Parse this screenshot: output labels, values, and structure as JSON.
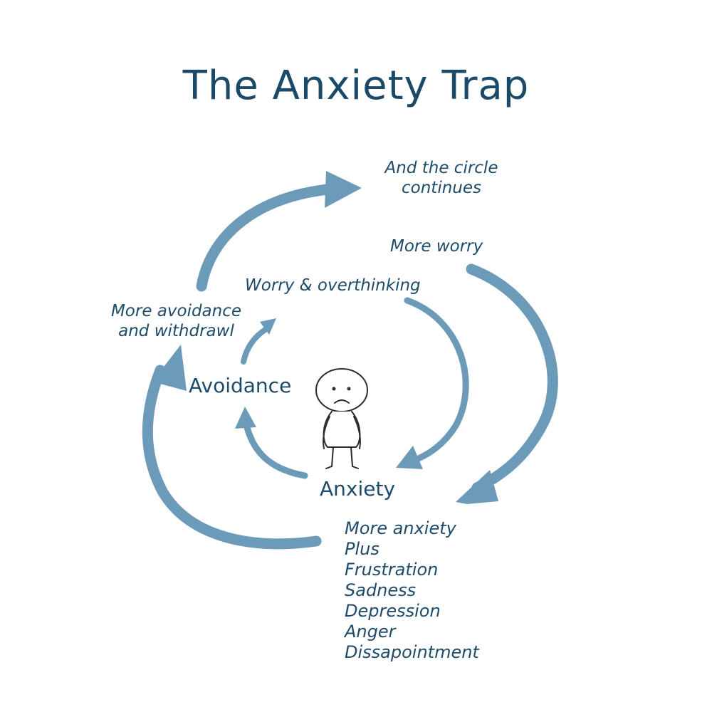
{
  "title": "The Anxiety Trap",
  "colors": {
    "arrow": "#6b9bb8",
    "text": "#1d4b69"
  },
  "nodes": {
    "circle_continues": [
      "And the circle",
      "continues"
    ],
    "more_worry": "More worry",
    "worry": "Worry & overthinking",
    "more_avoidance": [
      "More avoidance",
      "and withdrawl"
    ],
    "avoidance": "Avoidance",
    "anxiety": "Anxiety",
    "more_anxiety_list": [
      "More anxiety",
      "Plus",
      "Frustration",
      "Sadness",
      "Depression",
      "Anger",
      "Dissapointment"
    ]
  },
  "figure": {
    "icon": "sad-stick-figure-icon"
  }
}
